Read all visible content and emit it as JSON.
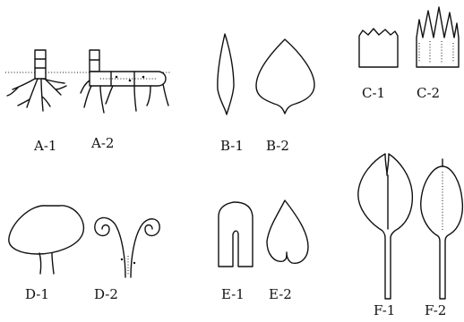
{
  "figure": {
    "labels": {
      "a1": "A-1",
      "a2": "A-2",
      "b1": "B-1",
      "b2": "B-2",
      "c1": "C-1",
      "c2": "C-2",
      "d1": "D-1",
      "d2": "D-2",
      "e1": "E-1",
      "e2": "E-2",
      "f1": "F-1",
      "f2": "F-2"
    },
    "ink_color": "#111111",
    "background_color": "#ffffff"
  }
}
